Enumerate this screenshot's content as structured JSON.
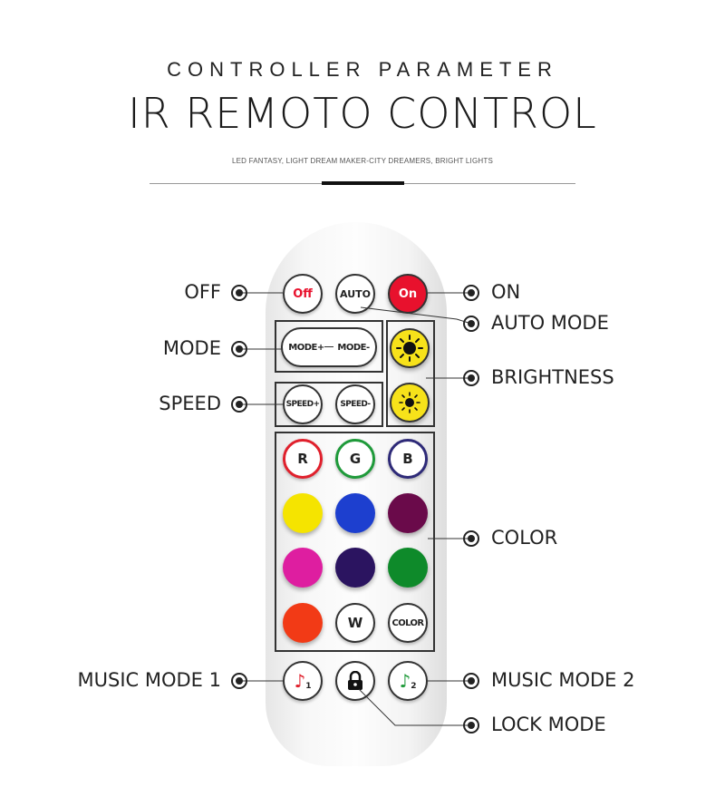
{
  "header": {
    "kicker": "CONTROLLER PARAMETER",
    "title": "IR REMOTO CONTROL",
    "tagline": "LED FANTASY, LIGHT DREAM MAKER-CITY DREAMERS, BRIGHT LIGHTS"
  },
  "remote": {
    "off_label": "Off",
    "auto_label": "AUTO",
    "on_label": "On",
    "mode_plus_label": "MODE+",
    "mode_minus_label": "MODE-",
    "speed_plus_label": "SPEED+",
    "speed_minus_label": "SPEED-",
    "r_label": "R",
    "g_label": "G",
    "b_label": "B",
    "w_label": "W",
    "color_label": "COLOR",
    "music1_sub": "1",
    "music2_sub": "2",
    "swatches": {
      "yellow": "#f5e400",
      "blue": "#1d3fcf",
      "purple": "#6a0a4a",
      "magenta": "#de1ea0",
      "indigo": "#2b1460",
      "green": "#0e8a2a",
      "orange_red": "#f23a16"
    },
    "accent_colors": {
      "off_red": "#e8112d",
      "on_red": "#e8112d",
      "r_ring": "#e0202c",
      "g_ring": "#1f9a3a",
      "b_ring": "#2e2a78",
      "sun_yellow": "#f7e21a"
    },
    "icons": [
      "sun-bright-icon",
      "sun-dim-icon",
      "music-note-red-icon",
      "padlock-icon",
      "music-note-green-icon"
    ]
  },
  "callouts": {
    "off": "OFF",
    "on": "ON",
    "auto_mode": "AUTO MODE",
    "mode": "MODE",
    "brightness": "BRIGHTNESS",
    "speed": "SPEED",
    "color": "COLOR",
    "music_mode_1": "MUSIC MODE 1",
    "music_mode_2": "MUSIC MODE 2",
    "lock_mode": "LOCK MODE"
  }
}
